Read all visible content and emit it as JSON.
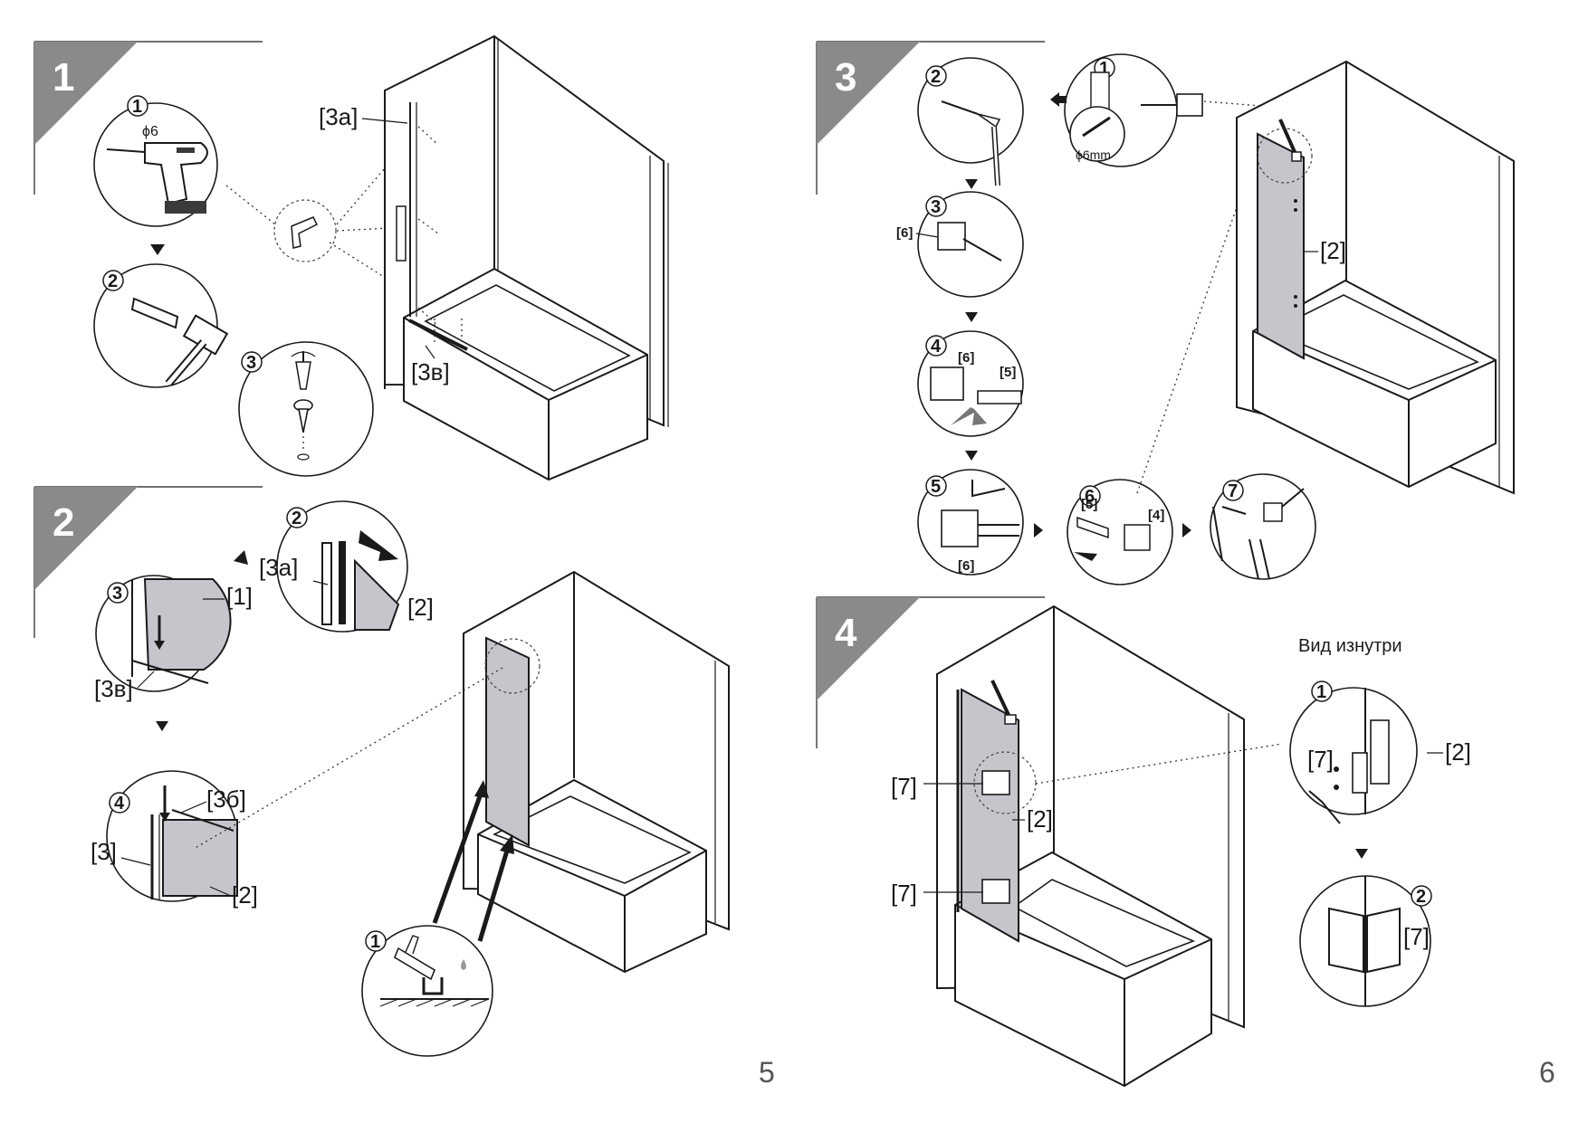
{
  "steps": {
    "s1": {
      "number": "1"
    },
    "s2": {
      "number": "2"
    },
    "s3": {
      "number": "3"
    },
    "s4": {
      "number": "4"
    }
  },
  "substeps": [
    "1",
    "2",
    "3",
    "4",
    "5",
    "6",
    "7"
  ],
  "labels": {
    "l3a": "[3a]",
    "l3v": "[3в]",
    "l3b": "[3б]",
    "l3": "[3]",
    "l1": "[1]",
    "l2": "[2]",
    "l4": "[4]",
    "l5": "[5]",
    "l6": "[6]",
    "l7": "[7]",
    "phi6": "ϕ6",
    "phi6mm": "ϕ6mm",
    "inside_view": "Вид изнутри"
  },
  "pages": {
    "left": "5",
    "right": "6"
  },
  "colors": {
    "step_badge": "#8a8a8a",
    "glass": "#c4c6cc"
  }
}
